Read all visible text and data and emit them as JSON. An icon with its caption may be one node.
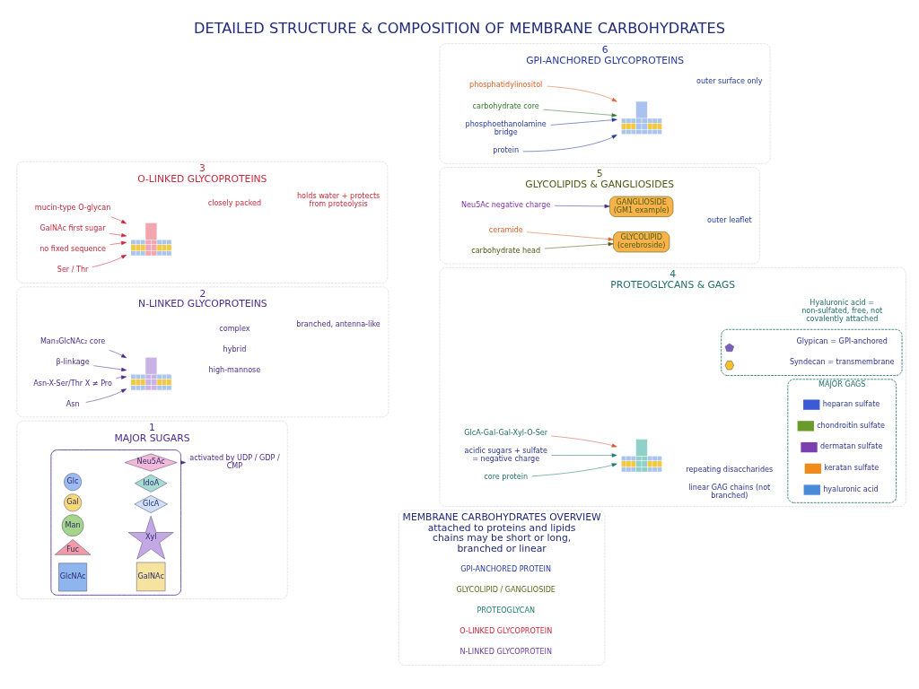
{
  "diagram": {
    "title": "DETAILED STRUCTURE & COMPOSITION OF MEMBRANE CARBOHYDRATES",
    "nodes": [
      {
        "text": [
          "1",
          "MAJOR SUGARS"
        ]
      },
      {
        "text": [],
        "shape": "box",
        "in": 0
      },
      {
        "text": [
          "Glc"
        ],
        "in": 1
      },
      {
        "text": [
          "Gal"
        ],
        "in": 1
      },
      {
        "text": [
          "Man"
        ],
        "in": 1
      },
      {
        "text": [
          "Fuc"
        ],
        "in": 1
      },
      {
        "text": [
          "GlcNAc"
        ],
        "in": 1
      },
      {
        "text": [
          "GalNAc"
        ],
        "in": 1
      },
      {
        "text": [
          "Xyl"
        ],
        "in": 1
      },
      {
        "text": [
          "GlcA"
        ],
        "in": 1
      },
      {
        "text": [
          "IdoA"
        ],
        "in": 1
      },
      {
        "text": [
          "Neu5Ac"
        ],
        "in": 1
      },
      {
        "text": [
          "activated by UDP / GDP / CMP"
        ],
        "in": 0
      },
      {
        "text": [
          "MEMBRANE CARBOHYDRATES OVERVIEW",
          "attached to proteins and lipids",
          "chains may be short or long, branched or linear"
        ]
      },
      {
        "text": [
          "N-LINKED GLYCOPROTEIN"
        ],
        "in": 13
      },
      {
        "text": [
          "O-LINKED GLYCOPROTEIN"
        ],
        "in": 13
      },
      {
        "text": [
          "PROTEOGLYCAN"
        ],
        "in": 13
      },
      {
        "text": [
          "GLYCOLIPID / GANGLIOSIDE"
        ],
        "in": 13
      },
      {
        "text": [
          "GPI-ANCHORED PROTEIN"
        ],
        "in": 13
      },
      {
        "text": [
          "2",
          "N-LINKED GLYCOPROTEINS"
        ]
      },
      {
        "text": [],
        "shape": "picture",
        "in": 19
      },
      {
        "text": [
          "Asn"
        ],
        "in": 19
      },
      {
        "text": [
          "Asn-X-Ser/Thr X ≠ Pro"
        ],
        "in": 19
      },
      {
        "text": [
          "β-linkage"
        ],
        "in": 19
      },
      {
        "text": [
          "Man₃GlcNAc₂ core"
        ],
        "in": 19
      },
      {
        "text": [
          "high-mannose"
        ],
        "in": 19
      },
      {
        "text": [
          "hybrid"
        ],
        "in": 19
      },
      {
        "text": [
          "complex"
        ],
        "in": 19
      },
      {
        "text": [
          "branched, antenna-like"
        ],
        "in": 19
      },
      {
        "text": [
          "3",
          "O-LINKED GLYCOPROTEINS"
        ]
      },
      {
        "text": [],
        "shape": "picture",
        "in": 29
      },
      {
        "text": [
          "Ser / Thr"
        ],
        "in": 29
      },
      {
        "text": [
          "no fixed sequence"
        ],
        "in": 29
      },
      {
        "text": [
          "GalNAc first sugar"
        ],
        "in": 29
      },
      {
        "text": [
          "mucin-type O-glycan"
        ],
        "in": 29
      },
      {
        "text": [
          "closely packed"
        ],
        "in": 29
      },
      {
        "text": [
          "holds water + protects from proteolysis"
        ],
        "in": 29
      },
      {
        "text": [
          "4",
          "PROTEOGLYCANS & GAGS"
        ]
      },
      {
        "text": [],
        "shape": "picture",
        "in": 37
      },
      {
        "text": [
          "core protein"
        ],
        "in": 37
      },
      {
        "text": [
          "linear GAG chains (not branched)"
        ],
        "in": 37
      },
      {
        "text": [
          "repeating disaccharides"
        ],
        "in": 37
      },
      {
        "text": [
          "acidic sugars + sulfate = negative charge"
        ],
        "in": 37
      },
      {
        "text": [
          "GlcA-Gal-Gal-Xyl-O-Ser"
        ],
        "in": 37
      },
      {
        "text": [
          "5",
          "GLYCOLIPIDS & GANGLIOSIDES"
        ]
      },
      {
        "text": [
          "GLYCOLIPID",
          "(cerebroside)"
        ],
        "in": 44
      },
      {
        "text": [
          "carbohydrate head"
        ],
        "in": 44
      },
      {
        "text": [
          "ceramide"
        ],
        "in": 44
      },
      {
        "text": [
          "outer leaflet"
        ],
        "in": 44
      },
      {
        "text": [
          "GANGLIOSIDE",
          "(GM1 example)"
        ],
        "in": 44
      },
      {
        "text": [
          "Neu5Ac negative charge"
        ],
        "in": 44
      },
      {
        "text": [
          "6",
          "GPI-ANCHORED GLYCOPROTEINS"
        ]
      },
      {
        "text": [],
        "shape": "picture",
        "in": 51
      },
      {
        "text": [
          "protein"
        ],
        "in": 51
      },
      {
        "text": [
          "phosphoethanolamine bridge"
        ],
        "in": 51
      },
      {
        "text": [
          "carbohydrate core"
        ],
        "in": 51
      },
      {
        "text": [
          "phosphatidylinositol"
        ],
        "in": 51
      },
      {
        "text": [
          "outer surface only"
        ],
        "in": 51
      },
      {
        "text": [
          "MAJOR GAGS"
        ],
        "in": 37
      },
      {
        "text": [],
        "shape": "box",
        "in": 37
      }
    ],
    "edges": [
      {
        "from": 1,
        "to": 12,
        "arrow": "to"
      },
      {
        "from": 21,
        "to": 20,
        "arrow": "to"
      },
      {
        "from": 22,
        "to": 20,
        "arrow": "to"
      },
      {
        "from": 23,
        "to": 20,
        "arrow": "to"
      },
      {
        "from": 24,
        "to": 20,
        "arrow": "to"
      },
      {
        "from": 31,
        "to": 30,
        "arrow": "to",
        "color": "#c8283c"
      },
      {
        "from": 32,
        "to": 30,
        "arrow": "to",
        "color": "#c8283c"
      },
      {
        "from": 33,
        "to": 30,
        "arrow": "to",
        "color": "#c8283c"
      },
      {
        "from": 34,
        "to": 30,
        "arrow": "to",
        "color": "#c8283c"
      },
      {
        "from": 39,
        "to": 38,
        "arrow": "to",
        "color": "#1f7a74"
      },
      {
        "from": 42,
        "to": 38,
        "arrow": "to",
        "color": "#1f7a74"
      },
      {
        "from": 43,
        "to": 38,
        "arrow": "to",
        "color": "#d05a3a"
      },
      {
        "from": 46,
        "to": 45,
        "arrow": "to",
        "color": "#4f5a14"
      },
      {
        "from": 47,
        "to": 45,
        "arrow": "to",
        "color": "#e0602a"
      },
      {
        "from": 50,
        "to": 49,
        "arrow": "to"
      },
      {
        "from": 53,
        "to": 52,
        "arrow": "to",
        "color": "#2338a0"
      },
      {
        "from": 54,
        "to": 52,
        "arrow": "to",
        "color": "#2338a0"
      },
      {
        "from": 55,
        "to": 52,
        "arrow": "to",
        "color": "#2f7a2a"
      },
      {
        "from": 56,
        "to": 52,
        "arrow": "to",
        "color": "#e0602a"
      }
    ],
    "labels": [
      "Hyaluronic acid = non-sulfated, free, not covalently attached"
    ],
    "legend": [
      {
        "text": "heparan sulfate",
        "color": "#3b5bd6"
      },
      {
        "text": "chondroitin sulfate",
        "color": "#6a9a2a"
      },
      {
        "text": "dermatan sulfate",
        "color": "#7b3fb0"
      },
      {
        "text": "keratan sulfate",
        "color": "#f08a1a"
      },
      {
        "text": "hyaluronic acid",
        "color": "#4a8ad6"
      },
      {
        "text": "Syndecan = transmembrane"
      },
      {
        "text": "Glypican = GPI-anchored"
      }
    ]
  }
}
